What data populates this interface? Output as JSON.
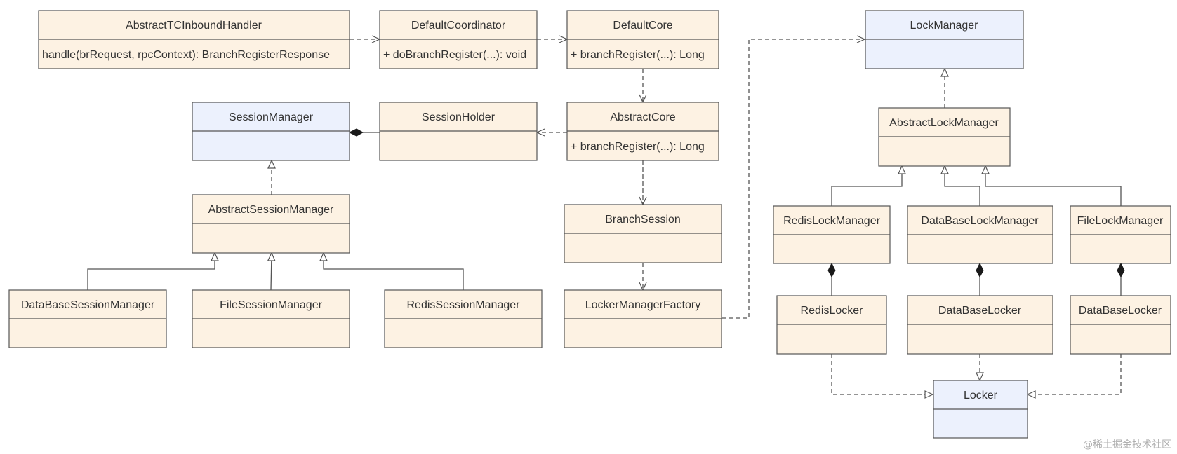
{
  "colors": {
    "class_fill": "#FDF2E3",
    "interface_fill": "#ECF1FD",
    "stroke": "#555555",
    "text": "#333333"
  },
  "classes": {
    "abstract_tc_inbound_handler": {
      "name": "AbstractTCInboundHandler",
      "attr": "handle(brRequest, rpcContext): BranchRegisterResponse",
      "kind": "class"
    },
    "default_coordinator": {
      "name": "DefaultCoordinator",
      "attr": "+ doBranchRegister(...): void",
      "kind": "class"
    },
    "default_core": {
      "name": "DefaultCore",
      "attr": "+ branchRegister(...): Long",
      "kind": "class"
    },
    "session_manager": {
      "name": "SessionManager",
      "attr": "",
      "kind": "interface"
    },
    "session_holder": {
      "name": "SessionHolder",
      "attr": "",
      "kind": "class"
    },
    "abstract_core": {
      "name": "AbstractCore",
      "attr": "+ branchRegister(...): Long",
      "kind": "class"
    },
    "abstract_session_manager": {
      "name": "AbstractSessionManager",
      "attr": "",
      "kind": "class"
    },
    "branch_session": {
      "name": "BranchSession",
      "attr": "",
      "kind": "class"
    },
    "database_session_manager": {
      "name": "DataBaseSessionManager",
      "attr": "",
      "kind": "class"
    },
    "file_session_manager": {
      "name": "FileSessionManager",
      "attr": "",
      "kind": "class"
    },
    "redis_session_manager": {
      "name": "RedisSessionManager",
      "attr": "",
      "kind": "class"
    },
    "locker_manager_factory": {
      "name": "LockerManagerFactory",
      "attr": "",
      "kind": "class"
    },
    "lock_manager": {
      "name": "LockManager",
      "attr": "",
      "kind": "interface"
    },
    "abstract_lock_manager": {
      "name": "AbstractLockManager",
      "attr": "",
      "kind": "class"
    },
    "redis_lock_manager": {
      "name": "RedisLockManager",
      "attr": "",
      "kind": "class"
    },
    "database_lock_manager": {
      "name": "DataBaseLockManager",
      "attr": "",
      "kind": "class"
    },
    "file_lock_manager": {
      "name": "FileLockManager",
      "attr": "",
      "kind": "class"
    },
    "redis_locker": {
      "name": "RedisLocker",
      "attr": "",
      "kind": "class"
    },
    "database_locker_1": {
      "name": "DataBaseLocker",
      "attr": "",
      "kind": "class"
    },
    "database_locker_2": {
      "name": "DataBaseLocker",
      "attr": "",
      "kind": "class"
    },
    "locker": {
      "name": "Locker",
      "attr": "",
      "kind": "interface"
    }
  },
  "relations": [
    {
      "from": "abstract_tc_inbound_handler",
      "to": "default_coordinator",
      "type": "dependency"
    },
    {
      "from": "default_coordinator",
      "to": "default_core",
      "type": "dependency"
    },
    {
      "from": "default_core",
      "to": "abstract_core",
      "type": "dependency"
    },
    {
      "from": "abstract_core",
      "to": "session_holder",
      "type": "dependency"
    },
    {
      "from": "session_holder",
      "to": "session_manager",
      "type": "composition"
    },
    {
      "from": "abstract_session_manager",
      "to": "session_manager",
      "type": "realization"
    },
    {
      "from": "database_session_manager",
      "to": "abstract_session_manager",
      "type": "generalization"
    },
    {
      "from": "file_session_manager",
      "to": "abstract_session_manager",
      "type": "generalization"
    },
    {
      "from": "redis_session_manager",
      "to": "abstract_session_manager",
      "type": "generalization"
    },
    {
      "from": "abstract_core",
      "to": "branch_session",
      "type": "dependency"
    },
    {
      "from": "branch_session",
      "to": "locker_manager_factory",
      "type": "dependency"
    },
    {
      "from": "locker_manager_factory",
      "to": "lock_manager",
      "type": "dependency"
    },
    {
      "from": "abstract_lock_manager",
      "to": "lock_manager",
      "type": "realization"
    },
    {
      "from": "redis_lock_manager",
      "to": "abstract_lock_manager",
      "type": "generalization"
    },
    {
      "from": "database_lock_manager",
      "to": "abstract_lock_manager",
      "type": "generalization"
    },
    {
      "from": "file_lock_manager",
      "to": "abstract_lock_manager",
      "type": "generalization"
    },
    {
      "from": "redis_locker",
      "to": "redis_lock_manager",
      "type": "composition"
    },
    {
      "from": "database_locker_1",
      "to": "database_lock_manager",
      "type": "composition"
    },
    {
      "from": "database_locker_2",
      "to": "file_lock_manager",
      "type": "composition"
    },
    {
      "from": "redis_locker",
      "to": "locker",
      "type": "realization"
    },
    {
      "from": "database_locker_1",
      "to": "locker",
      "type": "realization"
    },
    {
      "from": "database_locker_2",
      "to": "locker",
      "type": "realization"
    }
  ],
  "watermark": "@稀土掘金技术社区"
}
